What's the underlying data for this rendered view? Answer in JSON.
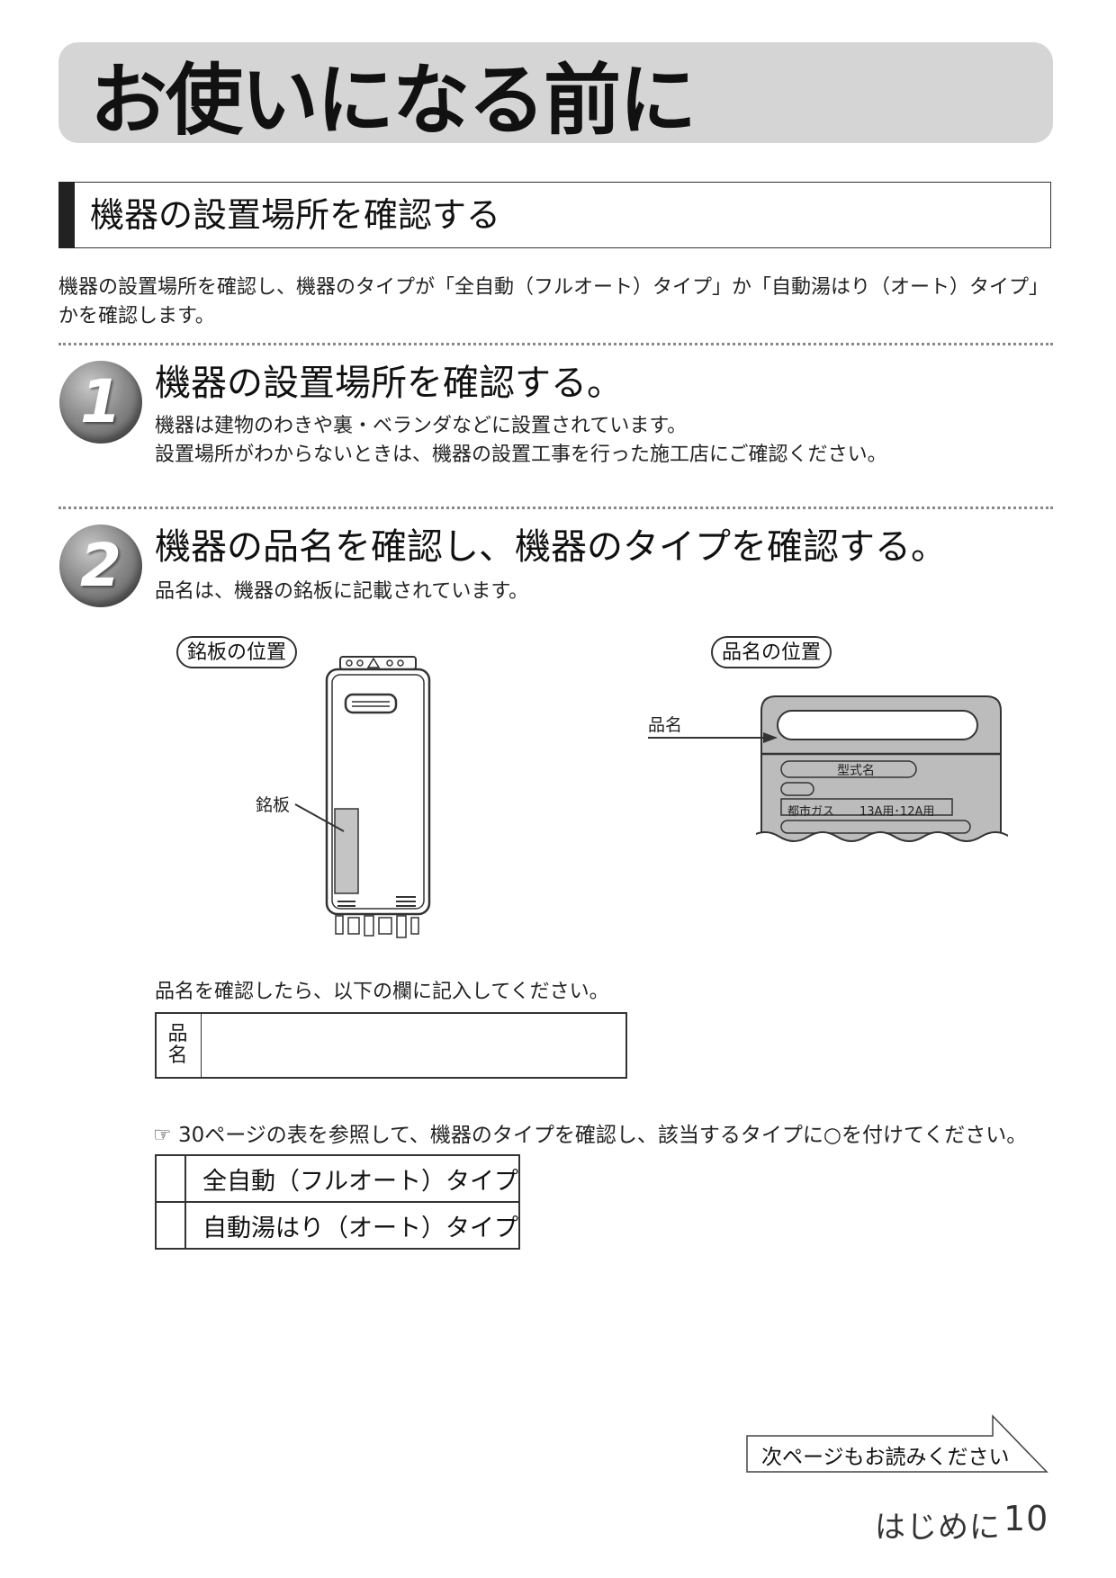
{
  "page_title": "お使いになる前に",
  "section_heading": "機器の設置場所を確認する",
  "intro_text": "機器の設置場所を確認し、機器のタイプが「全自動（フルオート）タイプ」か「自動湯はり（オート）タイプ」かを確認します。",
  "steps": [
    {
      "number": "1",
      "title": "機器の設置場所を確認する。",
      "lines": [
        "機器は建物のわきや裏・ベランダなどに設置されています。",
        "設置場所がわからないときは、機器の設置工事を行った施工店にご確認ください。"
      ]
    },
    {
      "number": "2",
      "title": "機器の品名を確認し、機器のタイプを確認する。",
      "lines": [
        "品名は、機器の銘板に記載されています。"
      ]
    }
  ],
  "figures": {
    "nameplate_position": {
      "caption": "銘板の位置",
      "callout": "銘板"
    },
    "name_position": {
      "caption": "品名の位置",
      "callout": "品名",
      "model_label": "型式名",
      "gas_label": "都市ガス",
      "gas_value": "13A用･12A用"
    }
  },
  "name_entry": {
    "instruction": "品名を確認したら、以下の欄に記入してください。",
    "label_char_1": "品",
    "label_char_2": "名",
    "value": ""
  },
  "type_reference": {
    "pointer_icon": "pointing-hand-icon",
    "pointer_glyph": "☞",
    "text": "30ページの表を参照して、機器のタイプを確認し、該当するタイプに○を付けてください。"
  },
  "type_options": [
    {
      "label": "全自動（フルオート）タイプ",
      "mark": ""
    },
    {
      "label": "自動湯はり（オート）タイプ",
      "mark": ""
    }
  ],
  "next_page": "次ページもお読みください",
  "footer": {
    "section": "はじめに",
    "page_number": "10"
  }
}
